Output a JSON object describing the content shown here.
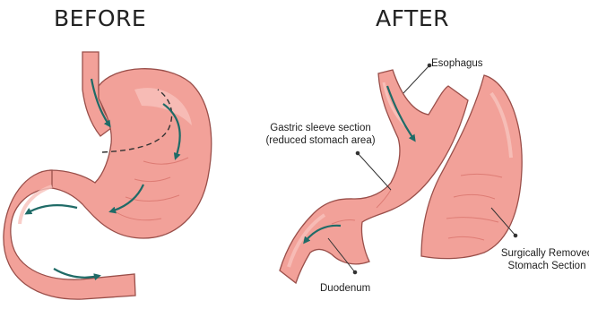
{
  "headings": {
    "before": "BEFORE",
    "after": "AFTER"
  },
  "labels": {
    "esophagus": "Esophagus",
    "sleeve_line1": "Gastric sleeve section",
    "sleeve_line2": "(reduced stomach area)",
    "removed_line1": "Surgically Removed",
    "removed_line2": "Stomach Section",
    "duodenum": "Duodenum"
  },
  "colors": {
    "tissue": "#f2a199",
    "tissue_light": "#f7c2bb",
    "tissue_dark": "#d9736c",
    "outline": "#9a4f4a",
    "arrow": "#1f6b67",
    "leader": "#333333"
  }
}
